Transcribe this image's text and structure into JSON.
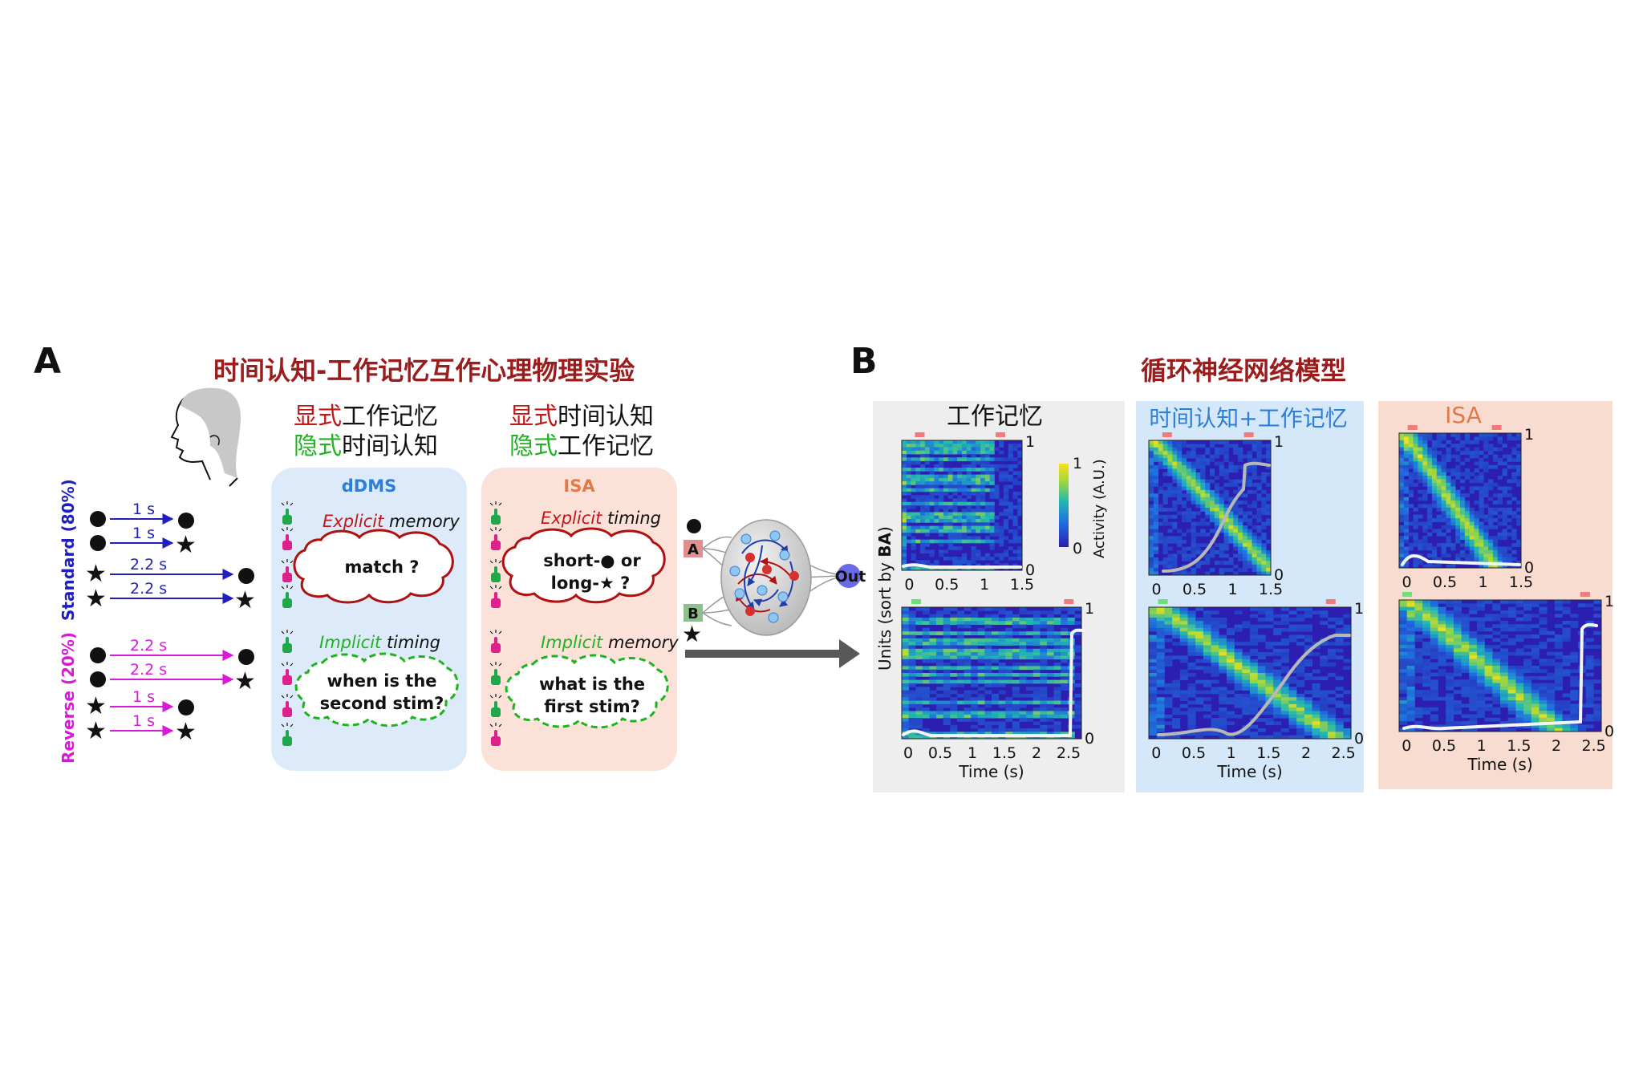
{
  "panelA": {
    "letter": "A",
    "title": "时间认知-工作记忆互作心理物理实验",
    "dDMS_heading": {
      "explicit_prefix": "显式",
      "explicit_rest": "工作记忆",
      "implicit_prefix": "隐式",
      "implicit_rest": "时间认知"
    },
    "ISA_heading": {
      "explicit_prefix": "显式",
      "explicit_rest": "时间认知",
      "implicit_prefix": "隐式",
      "implicit_rest": "工作记忆"
    },
    "standard_label": "Standard (80%)",
    "reverse_label": "Reverse (20%)",
    "standard_intervals": [
      "1 s",
      "1 s",
      "2.2 s",
      "2.2 s"
    ],
    "reverse_intervals": [
      "2.2 s",
      "2.2 s",
      "1 s",
      "1 s"
    ],
    "dDMS": {
      "name": "dDMS",
      "explicit_word": "Explicit",
      "explicit_target": "memory",
      "question1": "match ?",
      "implicit_word": "Implicit",
      "implicit_target": "timing",
      "question2_line1": "when is the",
      "question2_line2": "second stim?"
    },
    "ISA": {
      "name": "ISA",
      "explicit_word": "Explicit",
      "explicit_target": "timing",
      "question1_line1": "short-● or",
      "question1_line2": "long-★ ?",
      "implicit_word": "Implicit",
      "implicit_target": "memory",
      "question2_line1": "what is the",
      "question2_line2": "first stim?"
    },
    "network": {
      "input_a": "A",
      "input_b": "B",
      "output": "Out"
    }
  },
  "panelB": {
    "letter": "B",
    "title": "循环神经网络模型",
    "y_axis_label": "Units (sort by ",
    "y_axis_label_bold": "BA",
    "y_axis_label_end": ")",
    "colorbar": {
      "max": "1",
      "min": "0",
      "label": "Activity (A.U.)"
    },
    "columns": [
      {
        "title": "工作记忆",
        "top_ticks": [
          "0",
          "0.5",
          "1",
          "1.5"
        ],
        "bottom_ticks": [
          "0",
          "0.5",
          "1",
          "1.5",
          "2",
          "2.5"
        ],
        "xlabel": "Time (s)",
        "right_max": "1",
        "right_min": "0"
      },
      {
        "title": "时间认知+工作记忆",
        "top_ticks": [
          "0",
          "0.5",
          "1",
          "1.5"
        ],
        "bottom_ticks": [
          "0",
          "0.5",
          "1",
          "1.5",
          "2",
          "2.5"
        ],
        "xlabel": "Time (s)",
        "right_max": "1",
        "right_min": "0"
      },
      {
        "title": "ISA",
        "top_ticks": [
          "0",
          "0.5",
          "1",
          "1.5"
        ],
        "bottom_ticks": [
          "0",
          "0.5",
          "1",
          "1.5",
          "2",
          "2.5"
        ],
        "xlabel": "Time (s)",
        "right_max": "1",
        "right_min": "0"
      }
    ]
  },
  "colors": {
    "title_red": "#9b1c1c",
    "explicit_red": "#c01818",
    "implicit_green": "#1fb31f",
    "standard_blue": "#1f1fbf",
    "reverse_magenta": "#d81ad8",
    "ddms_blue": "#2b7fd8",
    "isa_orange": "#e07a4a",
    "panel_gray": "#eeeeee",
    "panel_blue": "#d5e8fa",
    "panel_pink": "#f8dcd0",
    "box_blue": "#dceafa",
    "box_pink": "#fbe1d8"
  }
}
